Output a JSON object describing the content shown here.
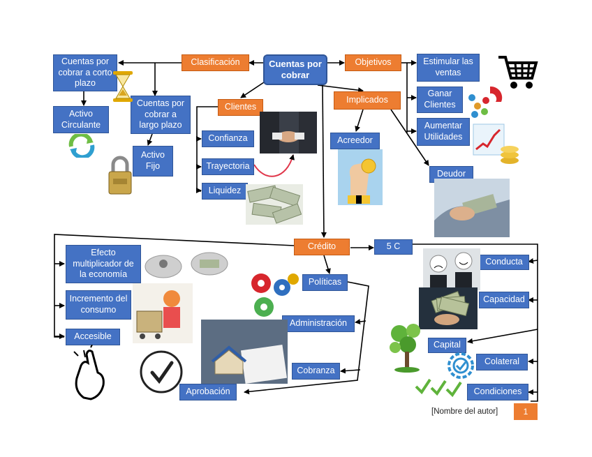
{
  "center": "Cuentas por cobrar",
  "clasificacion": "Clasificación",
  "objetivos": "Objetivos",
  "implicados": "Implicados",
  "clientes": "Clientes",
  "credito": "Crédito",
  "cinco_c": "5 C",
  "clasificacion_items": {
    "corto_plazo": "Cuentas por cobrar a corto plazo",
    "largo_plazo": "Cuentas por cobrar a largo plazo",
    "activo_circulante": "Activo Circulante",
    "activo_fijo": "Activo Fijo"
  },
  "objetivos_items": [
    "Estimular las ventas",
    "Ganar Clientes",
    "Aumentar Utilidades"
  ],
  "implicados_items": {
    "acreedor": "Acreedor",
    "deudor": "Deudor"
  },
  "clientes_items": [
    "Confianza",
    "Trayectoria",
    "Liquidez"
  ],
  "credito_items": {
    "efecto": "Efecto multiplicador de la economía",
    "incremento": "Incremento del consumo",
    "accesible": "Accesible",
    "politicas": "Políticas",
    "administracion": "Administración",
    "cobranza": "Cobranza",
    "aprobacion": "Aprobación"
  },
  "cinco_c_items": [
    "Conducta",
    "Capacidad",
    "Capital",
    "Colateral",
    "Condiciones"
  ],
  "footer": {
    "author": "[Nombre del autor]",
    "page": "1"
  },
  "colors": {
    "blue": "#4472c4",
    "orange": "#ed7d31",
    "line": "#000000"
  },
  "icons": [
    "hourglass-icon",
    "recycle-icon",
    "padlock-icon",
    "shopping-cart-icon",
    "magnet-icon",
    "growth-chart-icon",
    "handshake-image",
    "money-image",
    "hand-coin-icon",
    "hands-money-image",
    "gears-icon",
    "shopping-woman-image",
    "house-contract-image",
    "emoji-faces-image",
    "money-fan-image",
    "gear-tree-icon",
    "badge-check-icon",
    "checkmarks-icon",
    "crossed-fingers-icon",
    "check-circle-icon"
  ]
}
